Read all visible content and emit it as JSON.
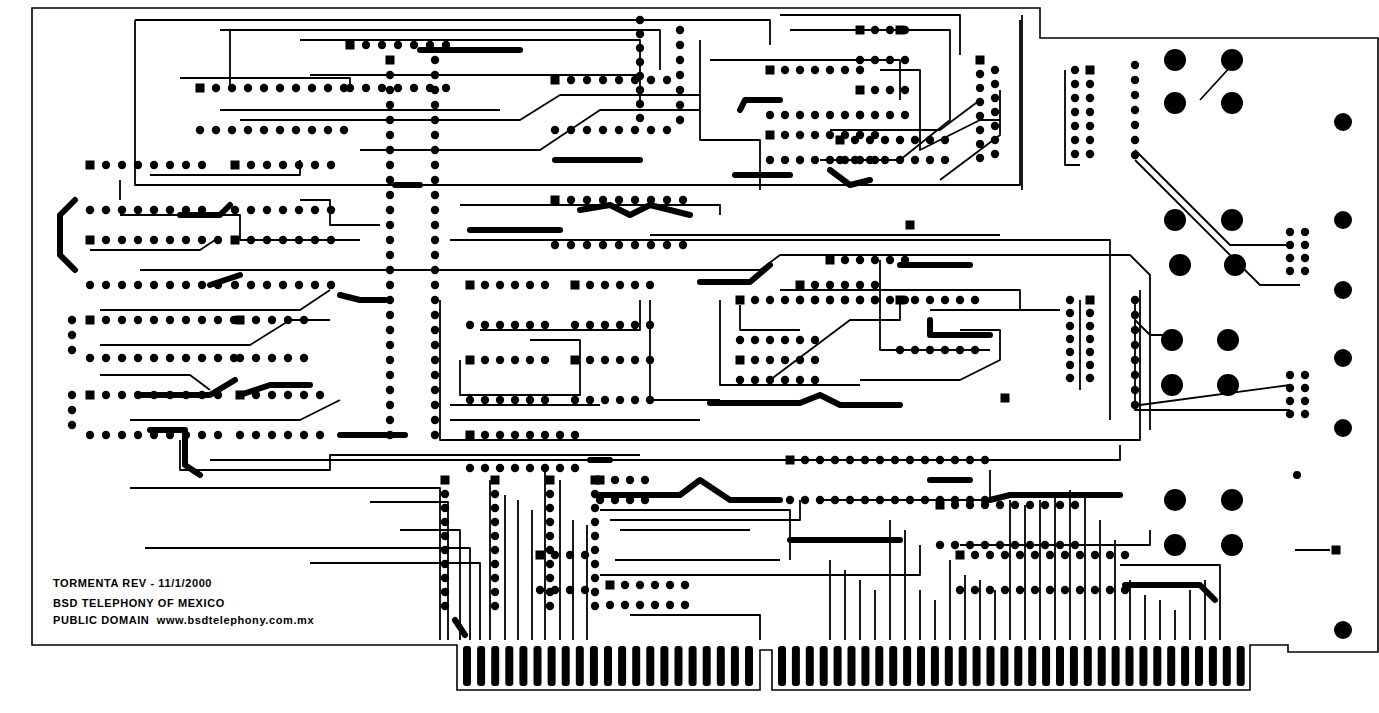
{
  "diagram": {
    "labels": [
      "TORMENTA REV - 11/1/2000",
      "BSD TELEPHONY OF MEXICO",
      "PUBLIC DOMAIN  www.bsdtelephony.com.mx"
    ]
  }
}
